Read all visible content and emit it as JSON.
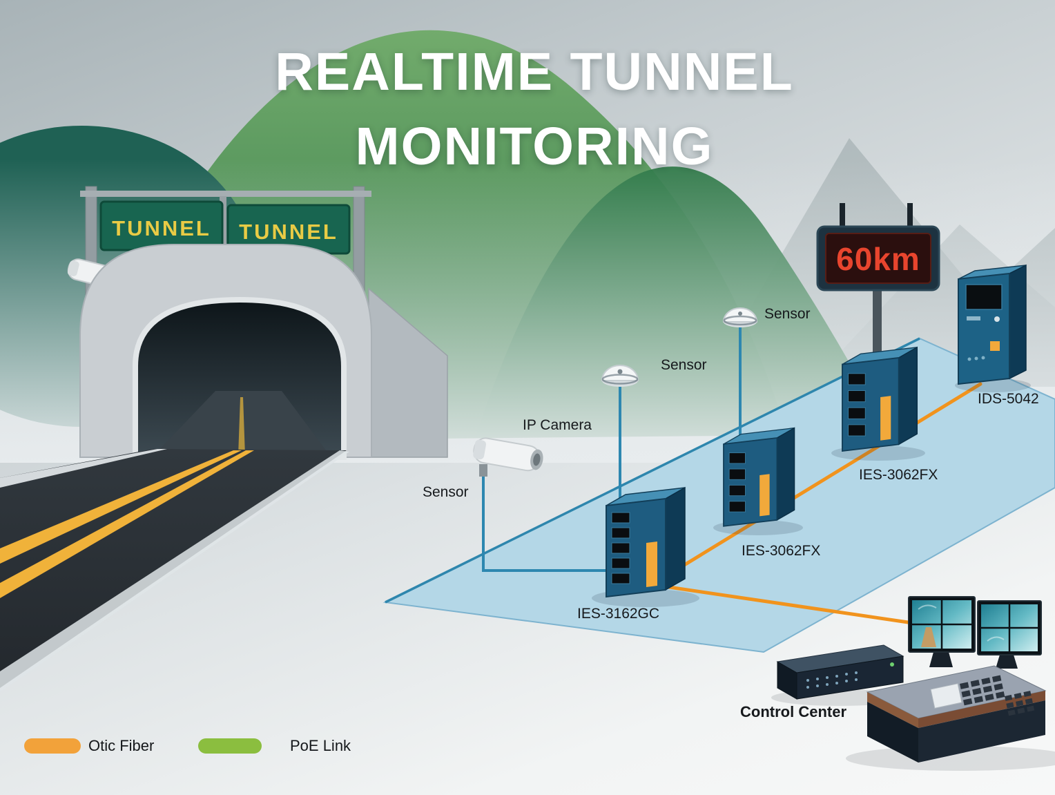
{
  "title": {
    "line1": "REALTIME TUNNEL",
    "line2": "MONITORING"
  },
  "scene": {
    "tunnel_sign_left": "TUNNEL",
    "tunnel_sign_right": "TUNNEL",
    "speed_sign": "60km"
  },
  "devices": {
    "sensor_left": {
      "label": "Sensor"
    },
    "ip_camera": {
      "label": "IP Camera"
    },
    "sensor_mid": {
      "label": "Sensor"
    },
    "sensor_right": {
      "label": "Sensor"
    },
    "switch_poe": {
      "label": "IES-3162GC"
    },
    "switch_fx_near": {
      "label": "IES-3062FX"
    },
    "switch_fx_far": {
      "label": "IES-3062FX"
    },
    "serial_device": {
      "label": "IDS-5042"
    },
    "control_center": {
      "label": "Control Center"
    }
  },
  "legend": {
    "items": [
      {
        "label": "Otic Fiber",
        "color": "#F2A23A"
      },
      {
        "label": "PoE Link",
        "color": "#8BBE3F"
      }
    ]
  },
  "colors": {
    "fiber_link": "#F1931D",
    "network_link": "#2D87B0",
    "platform": "#B4D7E7"
  }
}
